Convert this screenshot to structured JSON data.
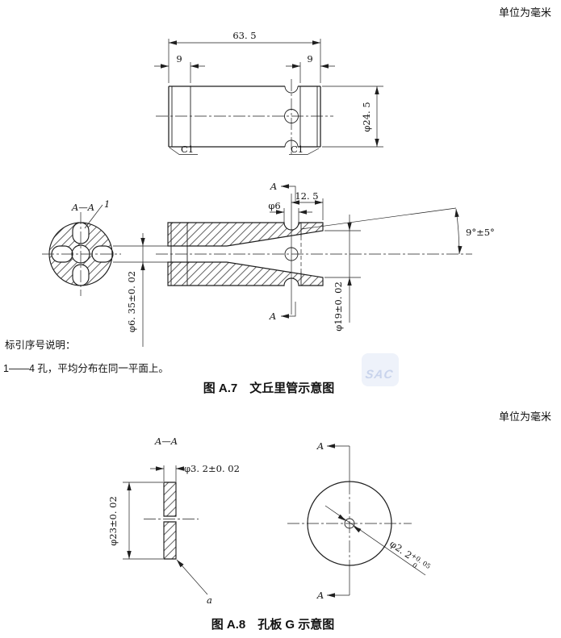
{
  "page": {
    "units_label": "单位为毫米"
  },
  "watermark": {
    "label": "SAC"
  },
  "figure_a7": {
    "caption": "图 A.7　文丘里管示意图",
    "note_heading": "标引序号说明：",
    "note_item": "1——4 孔，平均分布在同一平面上。",
    "dim_overall_length": "63. 5",
    "dim_left_band": "9",
    "dim_right_band": "9",
    "dim_outer_diameter": "φ24. 5",
    "chamfer_left": "C1",
    "chamfer_right": "C1",
    "section_label": "A—A",
    "callout_1": "1",
    "dim_tap_hole": "φ6",
    "dim_throat_to_end": "12. 5",
    "dim_cone_angle": "9°±5°",
    "dim_throat_bore": "φ6. 35±0. 02",
    "dim_outlet_bore": "φ19±0. 02",
    "section_arrow_top": "A",
    "section_arrow_bottom": "A"
  },
  "figure_a8": {
    "caption": "图 A.8　孔板 G 示意图",
    "section_label": "A—A",
    "dim_thickness": "φ3. 2±0. 02",
    "dim_plate_diameter": "φ23±0. 02",
    "dim_hole_diameter": "φ2. 2",
    "dim_hole_tol_upper": "+0. 05",
    "dim_hole_tol_lower": "0",
    "surface_label": "a",
    "section_arrow_top": "A",
    "section_arrow_bottom": "A"
  }
}
